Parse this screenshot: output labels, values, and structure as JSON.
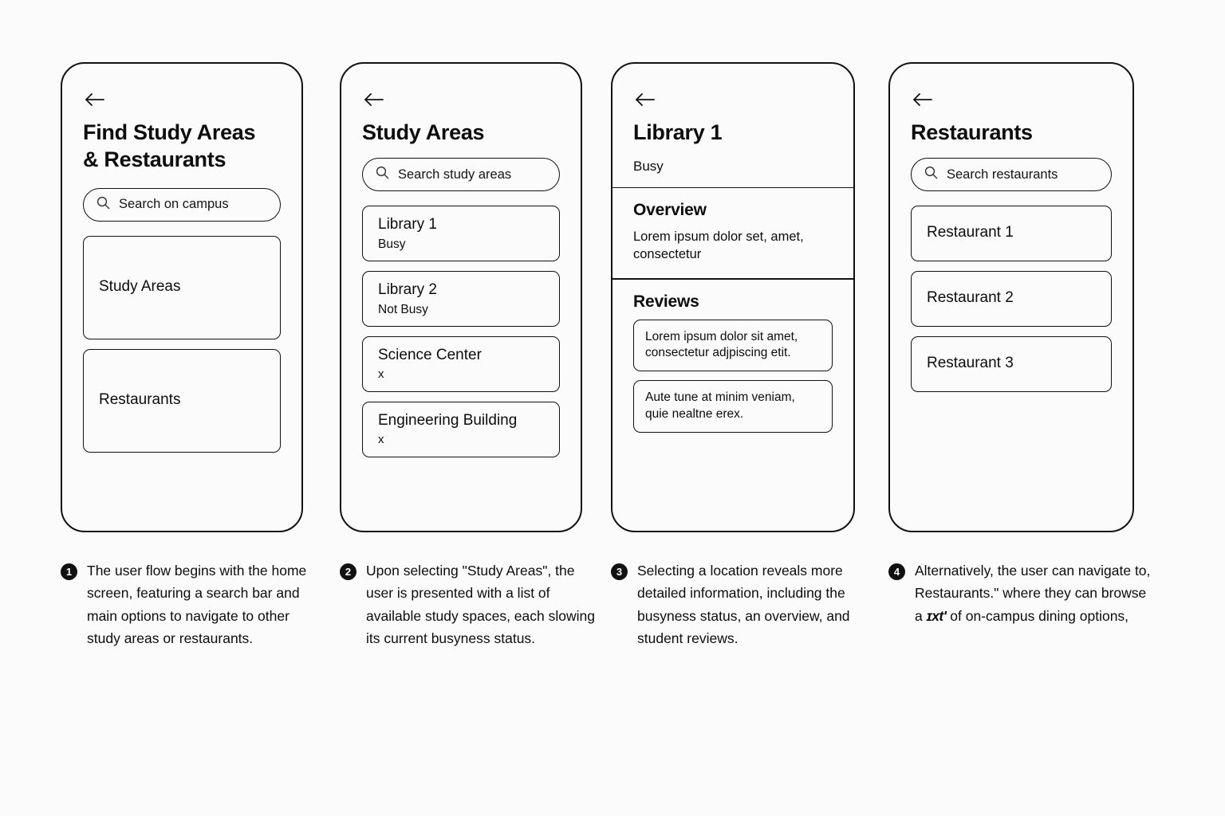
{
  "meta": {
    "background_color": "#fbfbfb",
    "ink_color": "#111111"
  },
  "screens": [
    {
      "id": "home",
      "back_icon": "back-arrow-icon",
      "title": "Find Study Areas\n& Restaurants",
      "search": {
        "icon": "search-icon",
        "placeholder": "Search on campus"
      },
      "options": [
        {
          "label": "Study Areas"
        },
        {
          "label": "Restaurants"
        }
      ]
    },
    {
      "id": "study-areas",
      "back_icon": "back-arrow-icon",
      "title": "Study Areas",
      "search": {
        "icon": "search-icon",
        "placeholder": "Search study areas"
      },
      "items": [
        {
          "name": "Library 1",
          "status": "Busy"
        },
        {
          "name": "Library 2",
          "status": "Not Busy"
        },
        {
          "name": "Science Center",
          "status": "x"
        },
        {
          "name": "Engineering Building",
          "status": "x"
        }
      ]
    },
    {
      "id": "library-1-detail",
      "back_icon": "back-arrow-icon",
      "title": "Library 1",
      "status": "Busy",
      "overview": {
        "heading": "Overview",
        "body": "Lorem ipsum dolor set, amet, consectetur"
      },
      "reviews": {
        "heading": "Reviews",
        "items": [
          "Lorem ipsum dolor sit amet, consectetur adjpiscing etit.",
          "Aute tune at minim veniam, quie nealtne erex."
        ]
      }
    },
    {
      "id": "restaurants",
      "back_icon": "back-arrow-icon",
      "title": "Restaurants",
      "search": {
        "icon": "search-icon",
        "placeholder": "Search restaurants"
      },
      "items": [
        {
          "name": "Restaurant 1"
        },
        {
          "name": "Restaurant 2"
        },
        {
          "name": "Restaurant 3"
        }
      ]
    }
  ],
  "captions": [
    {
      "number": "1",
      "text": "The user flow begins with the home screen, featuring a search bar and main options to navigate to other study areas or restaurants."
    },
    {
      "number": "2",
      "text": "Upon selecting \"Study Areas\", the user is presented with a list of available study spaces, each slowing its current busyness status."
    },
    {
      "number": "3",
      "text": "Selecting a location reveals more detailed information, including the busyness status, an overview, and student reviews."
    },
    {
      "number": "4",
      "text_before": "Alternatively, the user can navigate to, Restaurants.\" where they can browse a ",
      "glitch": "ɪxt'",
      "text_after": " of on-campus dining options,"
    }
  ]
}
